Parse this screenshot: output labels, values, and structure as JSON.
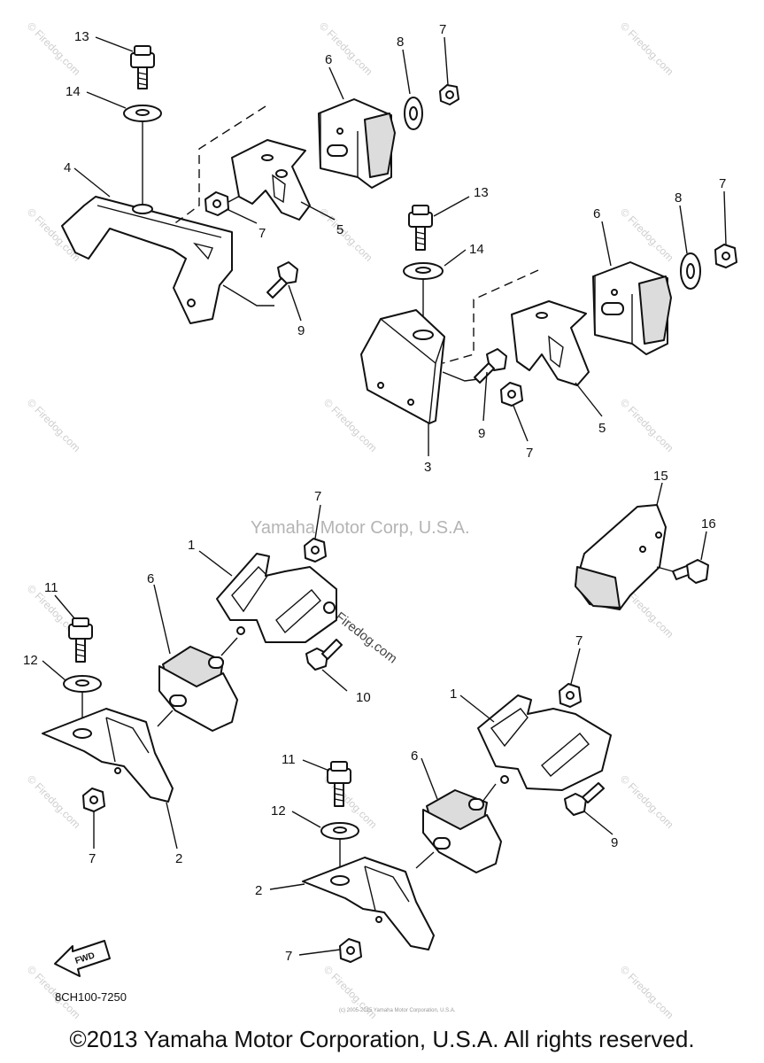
{
  "diagram": {
    "watermark_center": "Yamaha Motor Corp, U.S.A.",
    "watermark_firedog": "Firedog.com",
    "watermark_repeat": "© Firedog.com",
    "diagram_code": "8CH100-7250",
    "fwd_label": "FWD",
    "small_print": "(c) 2005-2015 Yamaha Motor Corporation, U.S.A.",
    "callouts": {
      "c13a": "13",
      "c14a": "14",
      "c4": "4",
      "c6a": "6",
      "c8a": "8",
      "c7a": "7",
      "c7b": "7",
      "c5a": "5",
      "c9a": "9",
      "c13b": "13",
      "c14b": "14",
      "c6b": "6",
      "c8b": "8",
      "c7c": "7",
      "c9b": "9",
      "c7d": "7",
      "c5b": "5",
      "c3": "3",
      "c7e": "7",
      "c1a": "1",
      "c15": "15",
      "c16": "16",
      "c11a": "11",
      "c6c": "6",
      "c12a": "12",
      "c10": "10",
      "c7f": "7",
      "c2a": "2",
      "c1b": "1",
      "c7g": "7",
      "c11b": "11",
      "c6d": "6",
      "c12b": "12",
      "c9c": "9",
      "c2b": "2",
      "c7h": "7"
    }
  },
  "footer": {
    "copyright": "©2013 Yamaha Motor Corporation, U.S.A. All rights reserved."
  }
}
